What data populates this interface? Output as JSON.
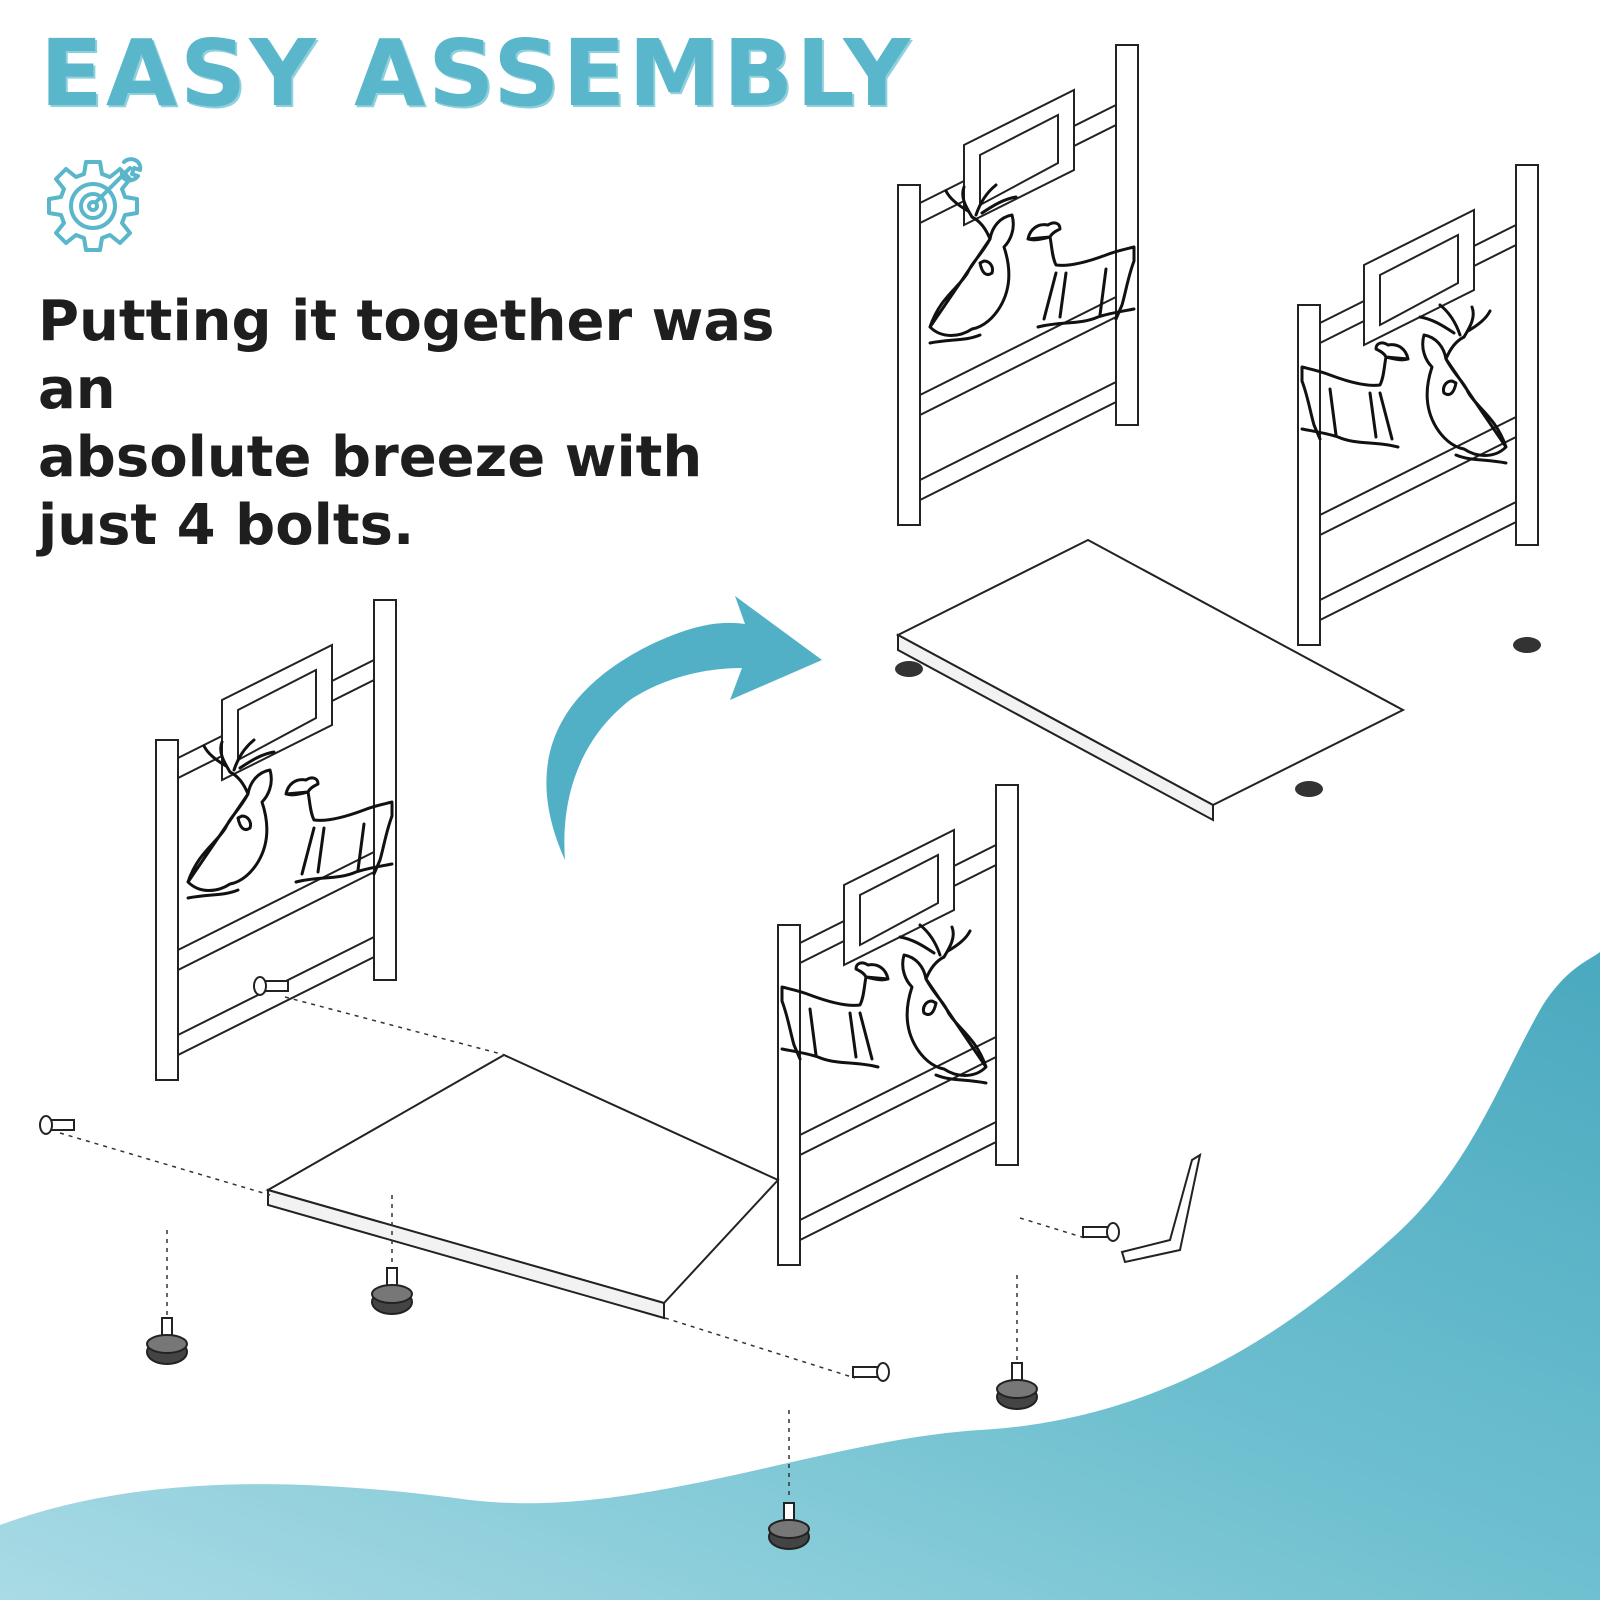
{
  "headline": "Easy Assembly",
  "icon": "gear-wrench-target-icon",
  "tagline_lines": [
    "Putting it together was an",
    "absolute breeze with",
    "just 4 bolts."
  ],
  "colors": {
    "accent": "#5ab6ca",
    "accent_light": "#9fd3de",
    "text": "#1e1e1e",
    "background": "#ffffff"
  }
}
